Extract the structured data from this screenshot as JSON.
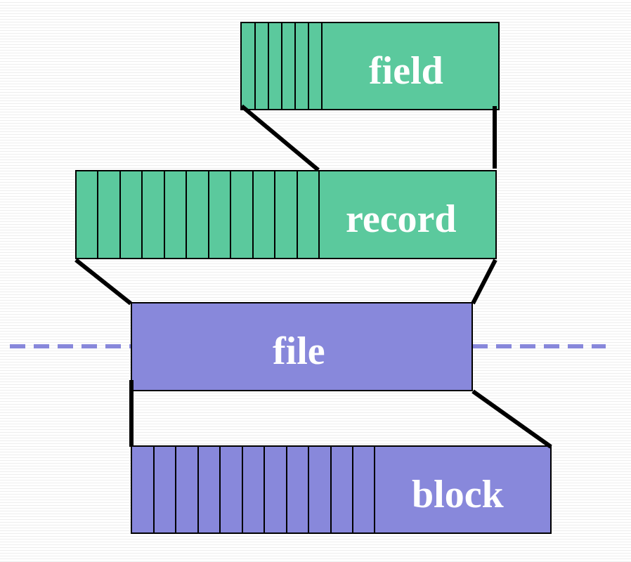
{
  "diagram": {
    "levels": [
      {
        "id": "field",
        "label": "field",
        "color": "#5bc99d"
      },
      {
        "id": "record",
        "label": "record",
        "color": "#5bc99d"
      },
      {
        "id": "file",
        "label": "file",
        "color": "#8888db"
      },
      {
        "id": "block",
        "label": "block",
        "color": "#8888db"
      }
    ],
    "divider_color": "#8888db",
    "connector_color": "#000000"
  }
}
